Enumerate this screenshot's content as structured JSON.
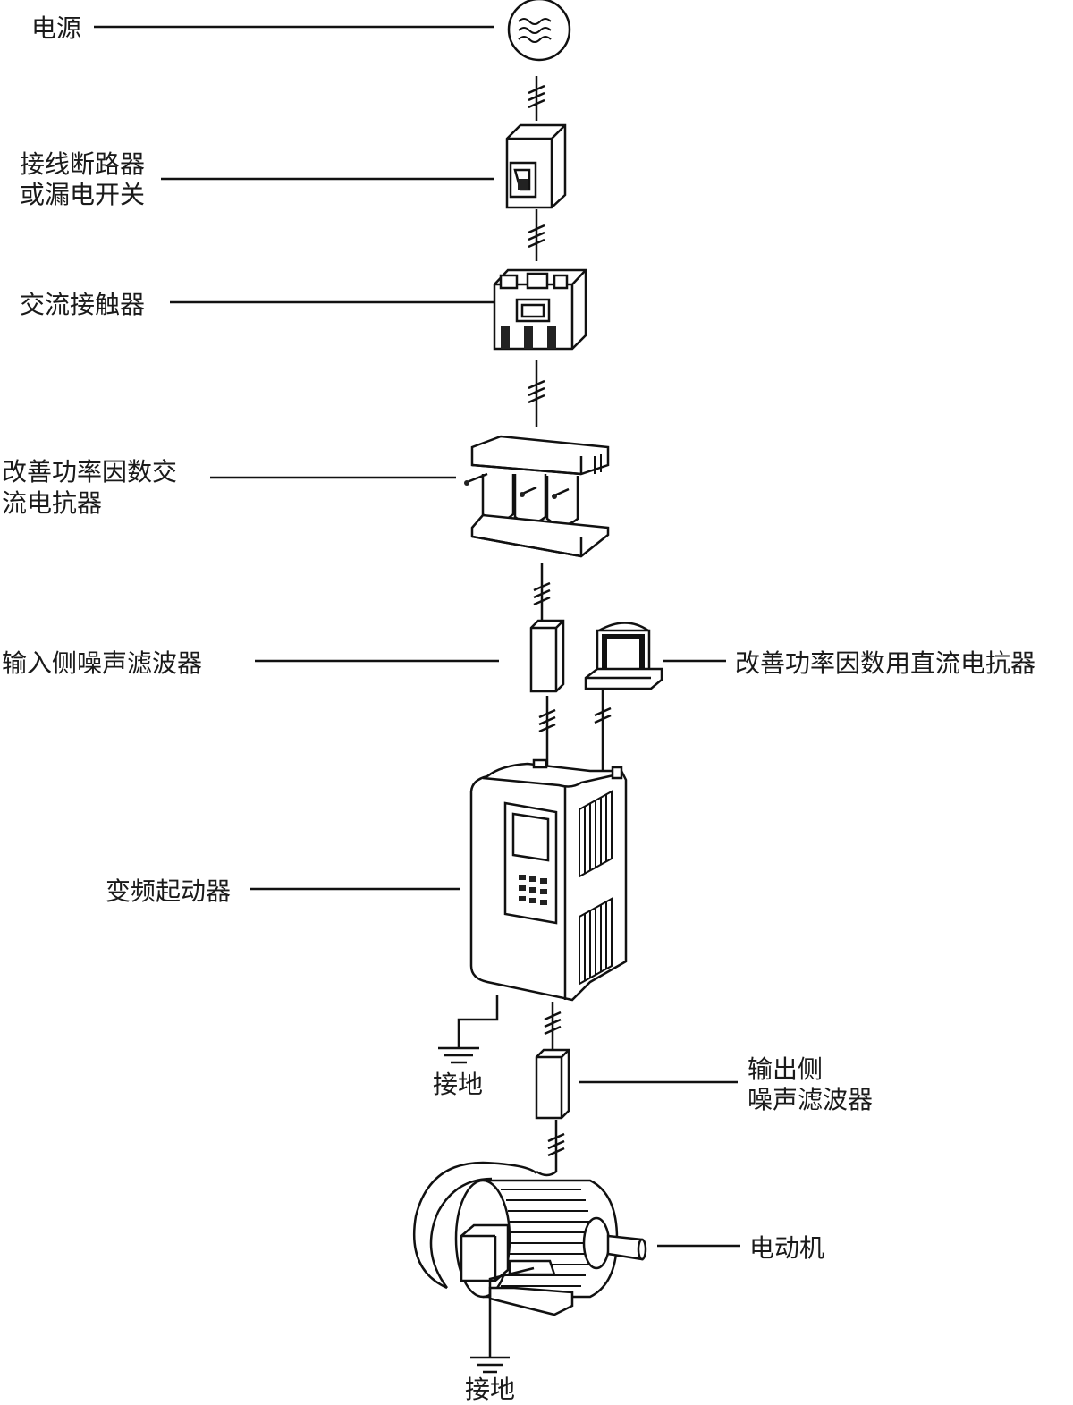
{
  "labels": {
    "power_source": "电源",
    "breaker_line1": "接线断路器",
    "breaker_line2": "或漏电开关",
    "contactor": "交流接触器",
    "ac_reactor_line1": "改善功率因数交",
    "ac_reactor_line2": "流电抗器",
    "input_filter": "输入侧噪声滤波器",
    "dc_reactor": "改善功率因数用直流电抗器",
    "vfd": "变频起动器",
    "ground_1": "接地",
    "output_filter_line1": "输出侧",
    "output_filter_line2": "噪声滤波器",
    "motor": "电动机",
    "ground_2": "接地"
  },
  "icons": [
    "ac-source-icon",
    "circuit-breaker-icon",
    "contactor-icon",
    "ac-reactor-icon",
    "input-filter-icon",
    "dc-reactor-icon",
    "vfd-icon",
    "ground-icon",
    "output-filter-icon",
    "motor-icon"
  ]
}
